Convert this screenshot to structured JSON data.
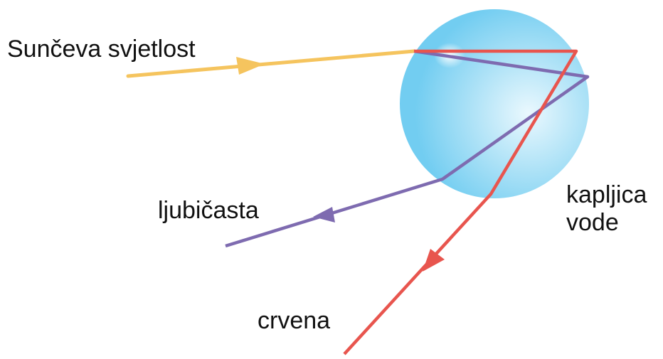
{
  "labels": {
    "sunlight": "Sunčeva svjetlost",
    "violet": "ljubičasta",
    "red": "crvena",
    "droplet_line1": "kapljica",
    "droplet_line2": "vode"
  },
  "colors": {
    "sunlight": "#f5c45e",
    "violet": "#7e6bb0",
    "red": "#e8554e",
    "droplet_edge": "#6fcdf2",
    "droplet_center": "#e8f7fd"
  }
}
